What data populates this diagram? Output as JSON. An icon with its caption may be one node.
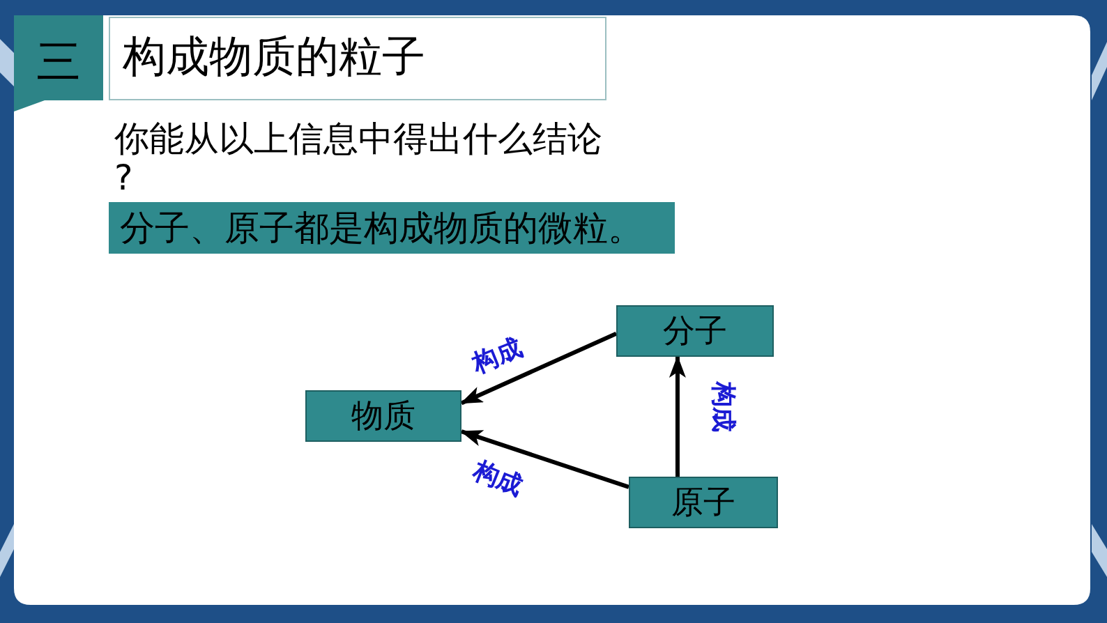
{
  "diagram": {
    "title": "构成物质的粒子",
    "nodes": [
      {
        "text": [
          "三"
        ]
      },
      {
        "text": [
          "分子、原子都是构成物质的微粒。"
        ]
      },
      {
        "text": [
          "分子"
        ]
      },
      {
        "text": [
          "物质"
        ]
      },
      {
        "text": [
          "原子"
        ]
      }
    ],
    "edges": [
      {
        "from": 2,
        "to": 3,
        "arrow": "to",
        "label": "构成"
      },
      {
        "from": 4,
        "to": 3,
        "arrow": "to",
        "label": "构成"
      },
      {
        "from": 4,
        "to": 2,
        "arrow": "to",
        "label": "构成"
      }
    ],
    "labels": [
      "你能从以上信息中得出什么结论?"
    ]
  }
}
